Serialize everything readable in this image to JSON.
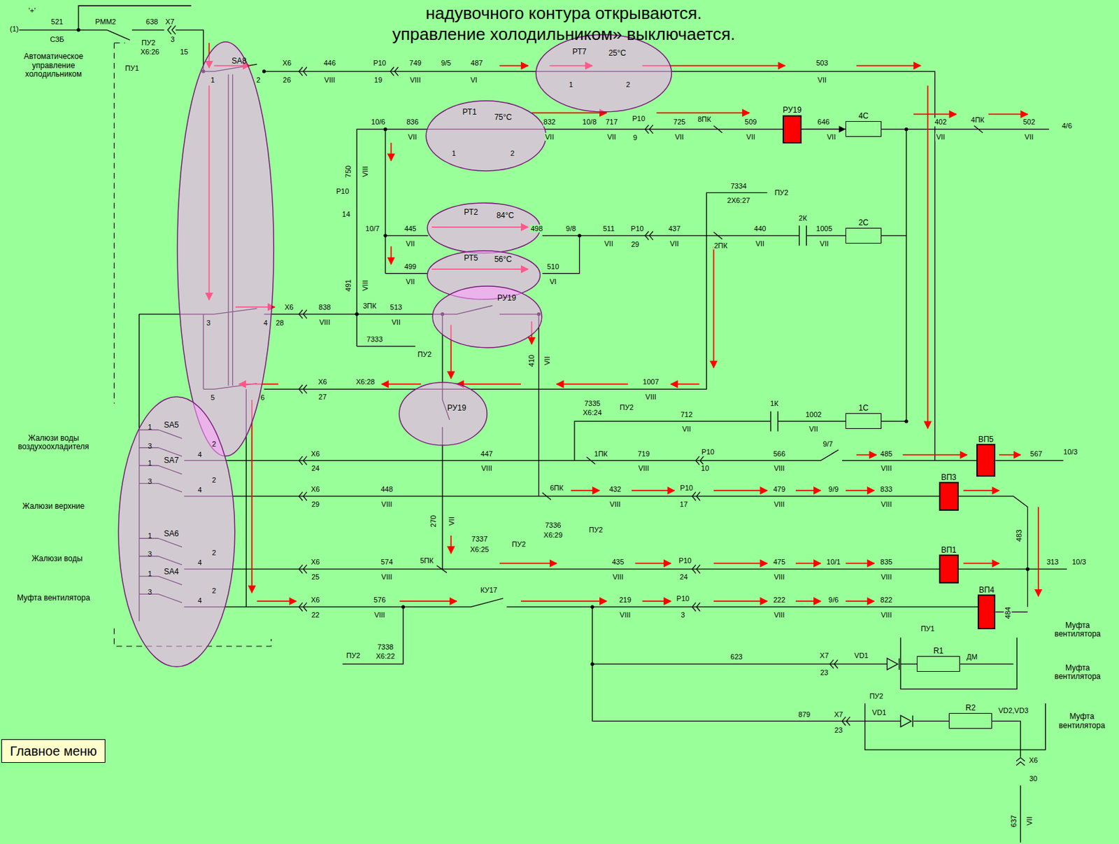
{
  "diagram": {
    "nodes": [
      {
        "text": [
          "SA8"
        ]
      },
      {
        "text": [
          "РТ7",
          "25°C"
        ]
      },
      {
        "text": [
          "РТ1",
          "75°C"
        ]
      },
      {
        "text": [
          "РУ19"
        ]
      },
      {
        "text": [
          "4С"
        ]
      },
      {
        "text": [
          "РТ2",
          "84°C"
        ]
      },
      {
        "text": [
          "2С"
        ]
      },
      {
        "text": [
          "РТ5",
          "56°C"
        ]
      },
      {
        "text": [
          "РУ19"
        ]
      },
      {
        "text": [
          "РУ19"
        ]
      },
      {
        "text": [
          "1С"
        ]
      },
      {
        "text": [
          "SA5",
          "SA7",
          "SA6",
          "SA4"
        ]
      },
      {
        "text": [
          "ВП5"
        ]
      },
      {
        "text": [
          "ВП3"
        ]
      },
      {
        "text": [
          "ВП1"
        ]
      },
      {
        "text": [
          "ВП4"
        ]
      },
      {
        "text": [
          "R1"
        ]
      },
      {
        "text": [
          "R2"
        ]
      },
      {
        "text": [
          "Главное меню"
        ]
      }
    ],
    "edges": [
      {
        "from": 3,
        "to": 4,
        "arrow": "to",
        "label": "646"
      }
    ],
    "labels": [
      "надувочного контура открываются.",
      "управление холодильником» выключается.",
      "'+'",
      "(1)",
      "521",
      "СЗБ",
      "РММ2",
      "638",
      "Х7",
      "3",
      "ПУ2",
      "Х6:26",
      "15",
      "Автоматическое управление холодильником",
      "ПУ1",
      "1",
      "2",
      "3",
      "4",
      "5",
      "6",
      "Х6",
      "26",
      "446",
      "VIII",
      "Р10",
      "19",
      "749",
      "VIII",
      "9/5",
      "487",
      "VI",
      "1",
      "2",
      "503",
      "VII",
      "10/6",
      "836",
      "VII",
      "1",
      "2",
      "832",
      "VII",
      "10/8",
      "717",
      "VII",
      "Р10",
      "9",
      "8ПК",
      "725",
      "VII",
      "509",
      "VII",
      "VII",
      "402",
      "VII",
      "4ПК",
      "502",
      "VII",
      "4/6",
      "750",
      "VIII",
      "Р10",
      "14",
      "10/7",
      "445",
      "VII",
      "498",
      "9/8",
      "511",
      "VII",
      "Р10",
      "29",
      "437",
      "VII",
      "7334",
      "2Х6:27",
      "ПУ2",
      "2К",
      "2ПК",
      "440",
      "VII",
      "1005",
      "VII",
      "499",
      "VII",
      "510",
      "VI",
      "491",
      "VIII",
      "Х6",
      "28",
      "838",
      "VIII",
      "3ПК",
      "513",
      "VII",
      "7333",
      "ПУ2",
      "410",
      "VII",
      "Х6:28",
      "Х6",
      "27",
      "1007",
      "VIII",
      "7335",
      "Х6:24",
      "ПУ2",
      "712",
      "VII",
      "1К",
      "1002",
      "VII",
      "Х6",
      "24",
      "447",
      "VIII",
      "1ПК",
      "719",
      "VIII",
      "Р10",
      "10",
      "566",
      "VIII",
      "9/7",
      "485",
      "VIII",
      "567",
      "10/3",
      "Х6",
      "29",
      "448",
      "VIII",
      "6ПК",
      "432",
      "VIII",
      "Р10",
      "17",
      "479",
      "VIII",
      "9/9",
      "833",
      "VIII",
      "7336",
      "Х6:29",
      "ПУ2",
      "270",
      "VII",
      "7337",
      "Х6:25",
      "ПУ2",
      "5ПК",
      "Х6",
      "25",
      "574",
      "VIII",
      "435",
      "VIII",
      "Р10",
      "24",
      "475",
      "VIII",
      "10/1",
      "835",
      "VIII",
      "483",
      "313",
      "10/3",
      "Х6",
      "22",
      "576",
      "VIII",
      "КУ17",
      "219",
      "VIII",
      "Р10",
      "3",
      "222",
      "VIII",
      "9/6",
      "822",
      "VIII",
      "484",
      "Муфта вентилятора",
      "ПУ2",
      "7338",
      "Х6:22",
      "ПУ1",
      "623",
      "Х7",
      "23",
      "VD1",
      "ДМ",
      "Муфта вентилятора",
      "ПУ2",
      "879",
      "Х7",
      "23",
      "VD1",
      "VD2,VD3",
      "Муфта вентилятора",
      "Х6",
      "30",
      "637",
      "VII",
      "Жалюзи воды воздухоохладителя",
      "Жалюзи верхние",
      "Жалюзи воды",
      "Муфта вентилятора",
      "1",
      "2",
      "3",
      "4",
      "1",
      "2",
      "3",
      "4",
      "1",
      "2",
      "3",
      "4",
      "1",
      "4",
      "2",
      "3"
    ]
  }
}
